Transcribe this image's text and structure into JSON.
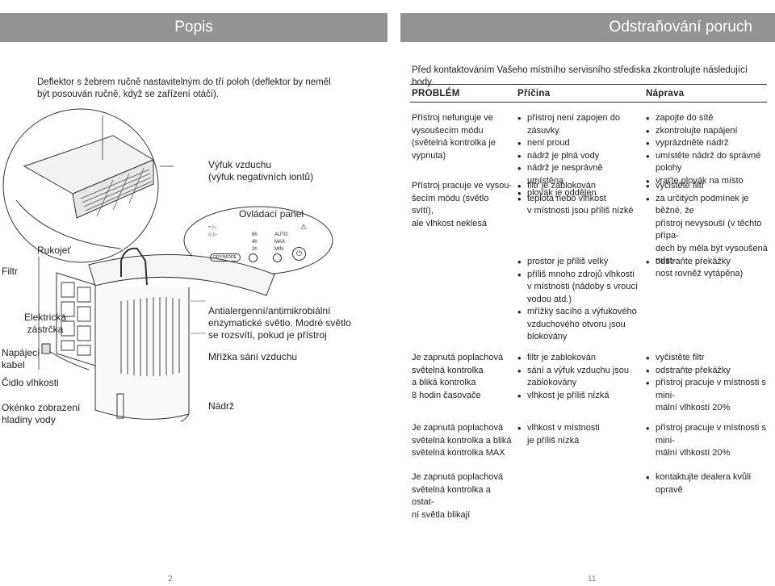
{
  "left": {
    "title": "Popis",
    "intro": "Deflektor s žebrem ručně nastavitelným do tří poloh (deflektor by neměl být posouván ručně, když se zařízení otáčí).",
    "labels": {
      "vyfuk_l1": "Výfuk vzduchu",
      "vyfuk_l2": "(výfuk negativních iontů)",
      "ovladaci": "Ovládací panel",
      "rukojet": "Rukojeť",
      "filtr": "Filtr",
      "elektricka_l1": "Elektrická",
      "elektricka_l2": "zástrčka",
      "antialergen": "Antialergenní/antimikrobiální enzymatické světlo. Modré světlo se rozsvítí, pokud je přístroj",
      "napajeci_l1": "Napájecí",
      "napajeci_l2": "kabel",
      "cidlo": "Čidlo vlhkosti",
      "okenko_l1": "Okénko zobrazení",
      "okenko_l2": "hladiny vody",
      "mrizka": "Mřížka sání vzduchu",
      "nadrz": "Nádrž"
    },
    "panel": {
      "labels_col1": [
        "6h",
        "4h",
        "2h"
      ],
      "labels_col2": [
        "AUTO",
        "MAX",
        "MIN"
      ],
      "btn_label": "DRY/MODE"
    },
    "page_number": "2"
  },
  "right": {
    "title": "Odstraňování poruch",
    "intro": "Před kontaktováním Vašeho místního servisního střediska zkontrolujte následující body.",
    "headers": {
      "problem": "PROBLÉM",
      "cause": "Příčina",
      "fix": "Náprava"
    },
    "rows": [
      {
        "problem": [
          "Přístroj nefunguje ve",
          "vysoušecím módu",
          "(světelná kontrolka je",
          "vypnuta)"
        ],
        "cause": [
          [
            "přístroj není zapojen do zásuvky"
          ],
          [
            "není proud"
          ],
          [
            "nádrž je plná vody"
          ],
          [
            "nádrž je nesprávně umístěna"
          ],
          [
            "plovák je oddělen"
          ]
        ],
        "fix": [
          [
            "zapojte do sítě"
          ],
          [
            "zkontrolujte napájení"
          ],
          [
            "vyprázdněte nádrž"
          ],
          [
            "umístěte nádrž do správné polohy"
          ],
          [
            "vraťte plovák na místo"
          ]
        ]
      },
      {
        "problem": [
          "Přístroj pracuje ve vysou-",
          "šecím módu (světlo svítí),",
          "ale vlhkost neklesá"
        ],
        "cause": [
          [
            "filtr je zablokován"
          ],
          [
            "teplota nebo vlhkost",
            "v místnosti jsou příliš nízké"
          ]
        ],
        "fix": [
          [
            "vyčistěte filtr"
          ],
          [
            "za určitých podmínek je běžné, že",
            "přístroj nevysouší (v těchto přípa-",
            "dech by měla být vysoušená míst-",
            "nost rovněž vytápěna)"
          ]
        ]
      },
      {
        "problem": [],
        "cause": [
          [
            "prostor je příliš velký"
          ],
          [
            "příliš mnoho zdrojů vlhkosti",
            "v místnosti (nádoby s vroucí",
            "vodou atd.)"
          ],
          [
            "mřížky sacího a výfukového",
            "vzduchového otvoru jsou",
            "blokovány"
          ]
        ],
        "fix": [
          [
            "odstraňte překážky"
          ]
        ]
      },
      {
        "problem": [
          "Je zapnutá poplachová",
          "světelná kontrolka",
          "a bliká kontrolka",
          "8 hodin časovače"
        ],
        "cause": [
          [
            "filtr je zablokován"
          ],
          [
            "sání a výfuk vzduchu jsou",
            "zablokovány"
          ],
          [
            "vlhkost je příliš nízká"
          ]
        ],
        "fix": [
          [
            "vyčistěte filtr"
          ],
          [
            "odstraňte překážky"
          ],
          [
            "přístroj pracuje v místnosti s mini-",
            "mální vlhkostí 20%"
          ]
        ]
      },
      {
        "problem": [
          "Je zapnutá poplachová",
          "světelná kontrolka a bliká",
          "světelná kontrolka MAX"
        ],
        "cause": [
          [
            "vlhkost v místnosti",
            "je příliš nízká"
          ]
        ],
        "fix": [
          [
            "přístroj pracuje v místnosti s mini-",
            "mální vlhkostí 20%"
          ]
        ]
      },
      {
        "problem": [
          "Je zapnutá poplachová",
          "světelná kontrolka a ostat-",
          "ní světla blikají"
        ],
        "cause": [],
        "fix": [
          [
            "kontaktujte dealera kvůli opravě"
          ]
        ]
      }
    ],
    "page_number": "11"
  }
}
